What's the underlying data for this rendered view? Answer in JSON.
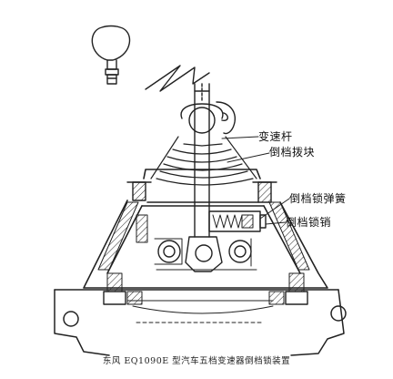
{
  "labels": {
    "shift_lever": "变速杆",
    "reverse_shift_block": "倒档拨块",
    "reverse_lock_spring": "倒档锁弹簧",
    "reverse_lock_pin": "倒档锁销"
  },
  "caption": "东风 EQ1090E 型汽车五档变速器倒档锁装置"
}
